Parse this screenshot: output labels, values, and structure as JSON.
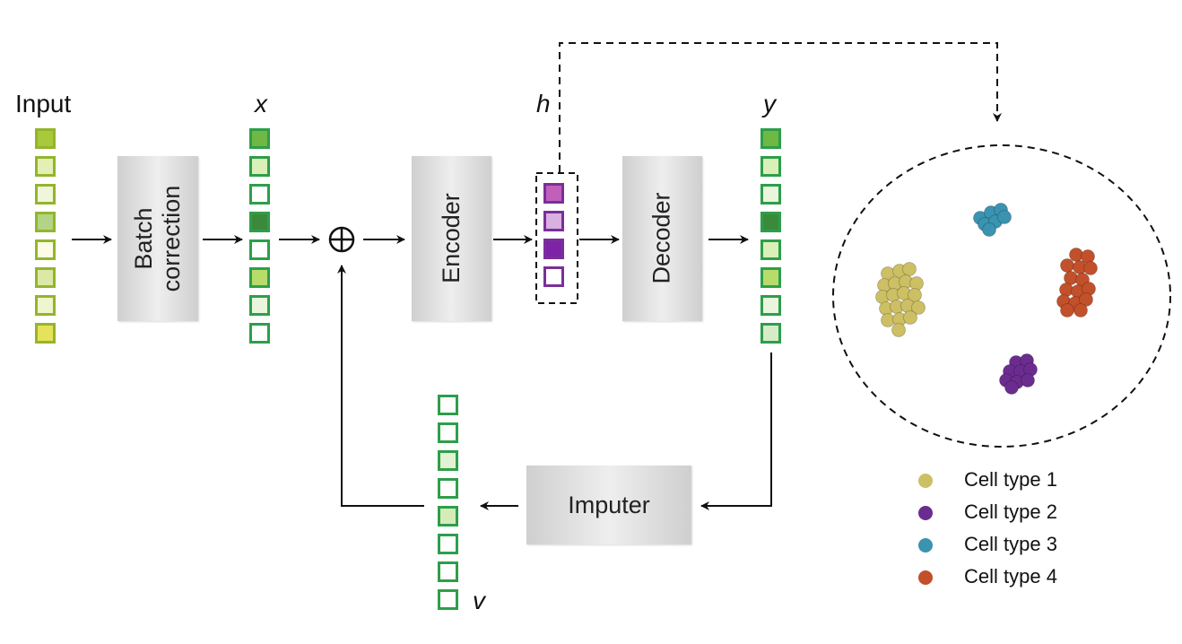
{
  "labels": {
    "input": "Input",
    "x": "x",
    "h": "h",
    "y": "y",
    "v": "v",
    "plus_symbol": "⊕"
  },
  "blocks": {
    "batch_line1": "Batch",
    "batch_line2": "correction",
    "encoder": "Encoder",
    "decoder": "Decoder",
    "imputer": "Imputer"
  },
  "vectors": {
    "input": [
      "#a8c93a",
      "#e4efb5",
      "#f1f6da",
      "#b3d486",
      "#fbfbe6",
      "#dbe8a6",
      "#eef5cf",
      "#e6e25a"
    ],
    "x": [
      "#6fb843",
      "#dbefb9",
      "#ffffff",
      "#3b8a3c",
      "#ffffff",
      "#b8dc6a",
      "#e9f5dc",
      "#ffffff"
    ],
    "h": [
      "#c060bb",
      "#d9b0e0",
      "#7d24a6",
      "#ffffff"
    ],
    "y": [
      "#6fb843",
      "#dbefb9",
      "#e9f5dc",
      "#3b8a3c",
      "#dbefb9",
      "#b8dc6a",
      "#e9f5dc",
      "#d6ecc8"
    ],
    "v": [
      "#ffffff",
      "#ffffff",
      "#e3f2d2",
      "#ffffff",
      "#d6ecb8",
      "#ffffff",
      "#ffffff",
      "#ffffff"
    ]
  },
  "legend": [
    {
      "label": "Cell type 1",
      "color": "#cdbf63"
    },
    {
      "label": "Cell type 2",
      "color": "#6b2c8f"
    },
    {
      "label": "Cell type 3",
      "color": "#3a93b0"
    },
    {
      "label": "Cell type 4",
      "color": "#c2502a"
    }
  ],
  "colors": {
    "arrow": "#111111",
    "vector_border_green": "#2e9e4a",
    "vector_border_olive": "#93b52c",
    "vector_border_purple": "#7a2f9a"
  }
}
